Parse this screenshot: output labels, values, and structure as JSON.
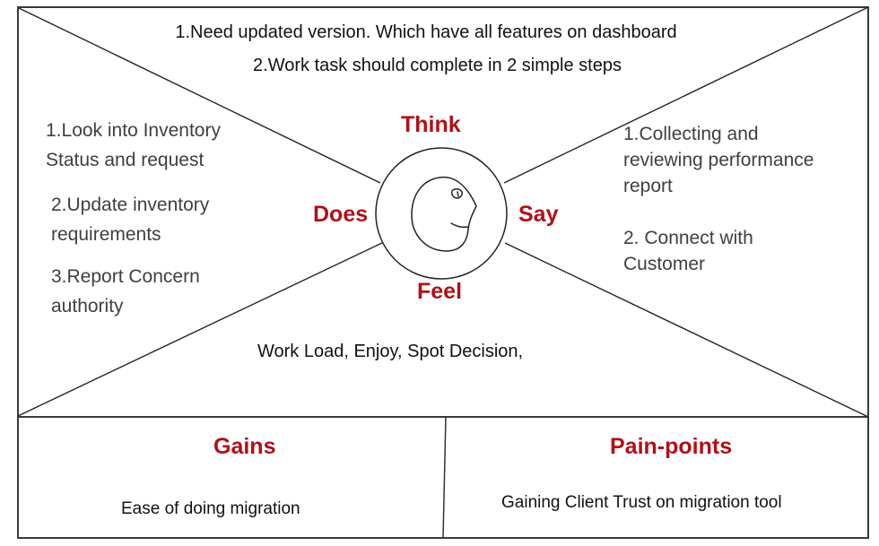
{
  "diagram": {
    "title": "Empathy Map",
    "accent_color": "#b01018",
    "line_color": "#222222",
    "center_icon": "face-profile-icon",
    "quadrants": {
      "think": {
        "label": "Think",
        "items": [
          "1.Need updated version. Which have all features on dashboard",
          "2.Work task should complete in 2 simple steps"
        ]
      },
      "does": {
        "label": "Does",
        "items": [
          {
            "line1": "1.Look into  Inventory",
            "line2": "Status  and request"
          },
          {
            "line1": "2.Update inventory",
            "line2": "requirements"
          },
          {
            "line1": "3.Report Concern",
            "line2": "authority"
          }
        ]
      },
      "say": {
        "label": "Say",
        "items": [
          {
            "line1": "1.Collecting and",
            "line2": "reviewing performance",
            "line3": "report"
          },
          {
            "line1": "2. Connect with",
            "line2": "Customer"
          }
        ]
      },
      "feel": {
        "label": "Feel",
        "text": "Work Load, Enjoy, Spot Decision,"
      }
    },
    "gains": {
      "label": "Gains",
      "text": "Ease of doing migration"
    },
    "pain_points": {
      "label": "Pain-points",
      "text": "Gaining  Client Trust on migration  tool"
    }
  }
}
